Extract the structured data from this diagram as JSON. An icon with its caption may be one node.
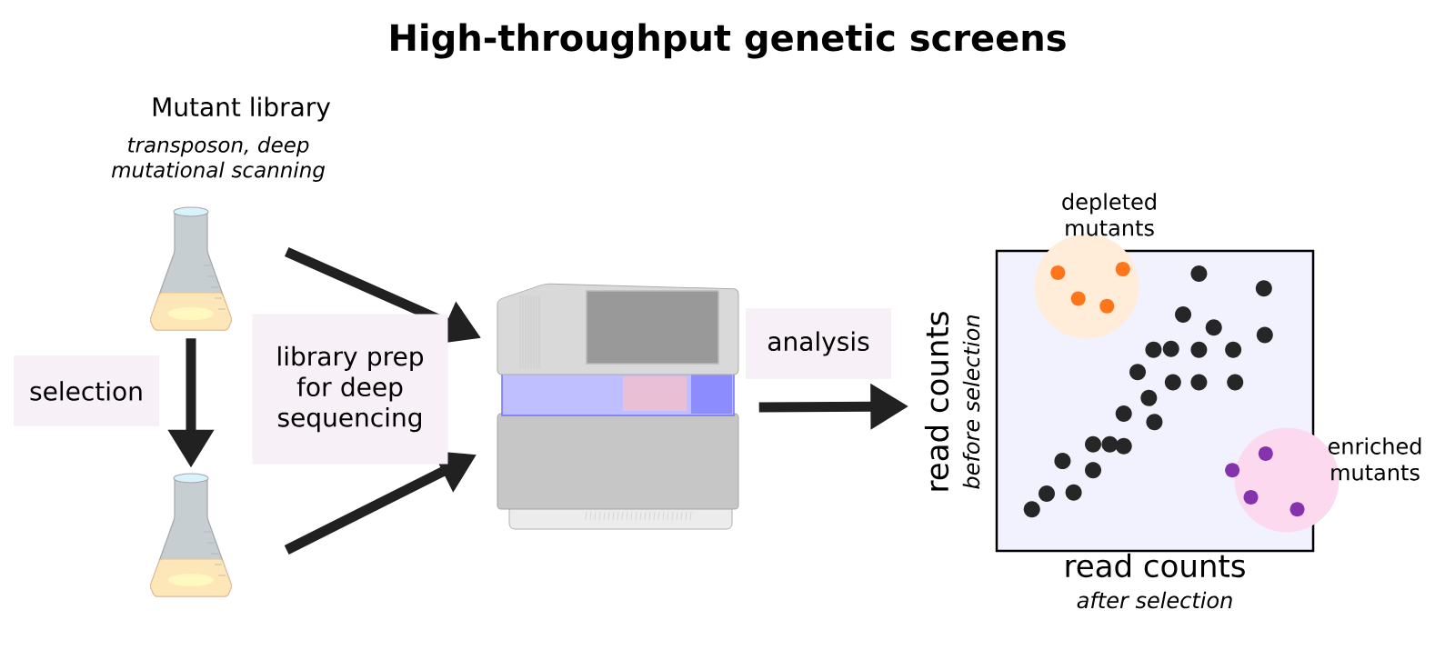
{
  "diagram": {
    "title": "High-throughput genetic screens",
    "nodes": [
      {
        "text": [
          "Mutant library",
          "transposon, deep mutational scanning"
        ]
      },
      {
        "text": [],
        "shape": "picture"
      },
      {
        "text": [],
        "shape": "picture"
      },
      {
        "text": [
          "read counts",
          "before selection",
          "read counts",
          "after selection"
        ]
      },
      {
        "text": [
          "depleted mutants"
        ]
      },
      {
        "text": [
          "enriched mutants"
        ]
      }
    ],
    "edges": [
      {
        "from": 0,
        "to": 1,
        "arrow": "to",
        "label": "selection"
      },
      {
        "from": 0,
        "to": 2,
        "arrow": "to",
        "label": "library prep for deep sequencing"
      },
      {
        "from": 1,
        "to": 2,
        "arrow": "to"
      },
      {
        "from": 2,
        "to": 3,
        "arrow": "to",
        "label": "analysis"
      }
    ]
  }
}
